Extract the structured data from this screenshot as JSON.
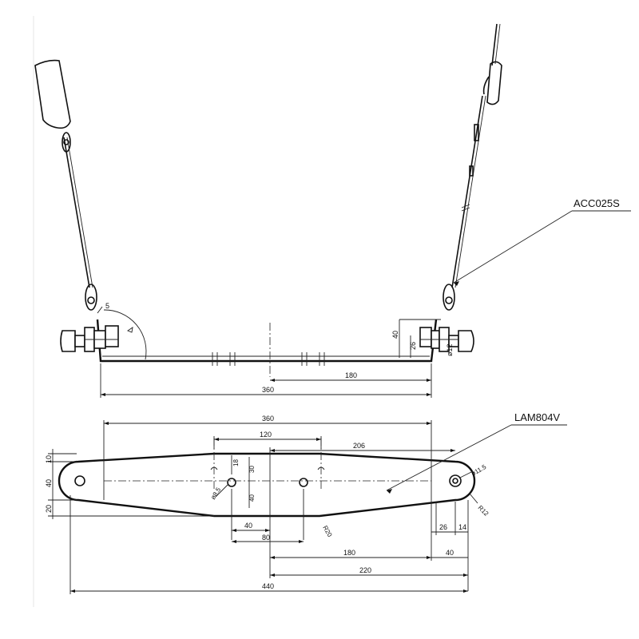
{
  "callouts": {
    "cable": "ACC025S",
    "plate": "LAM804V"
  },
  "front_view": {
    "angle_dim": "5",
    "dim_40": "40",
    "dim_26": "26",
    "dim_phi12": "ø12",
    "dim_180": "180",
    "dim_360": "360"
  },
  "plan_view": {
    "dim_360": "360",
    "dim_120": "120",
    "dim_206": "206",
    "dim_10": "10",
    "dim_40_left": "40",
    "dim_20": "20",
    "dim_18": "18",
    "dim_30": "30",
    "dim_40_mid": "40",
    "dim_phi85": "ø8.5",
    "dim_phi115": "ø11.5",
    "dim_r12": "R12",
    "dim_r20": "R20",
    "dim_40_bottom": "40",
    "dim_80": "80",
    "dim_26": "26",
    "dim_14": "14",
    "dim_180": "180",
    "dim_40_right": "40",
    "dim_220": "220",
    "dim_440": "440"
  }
}
